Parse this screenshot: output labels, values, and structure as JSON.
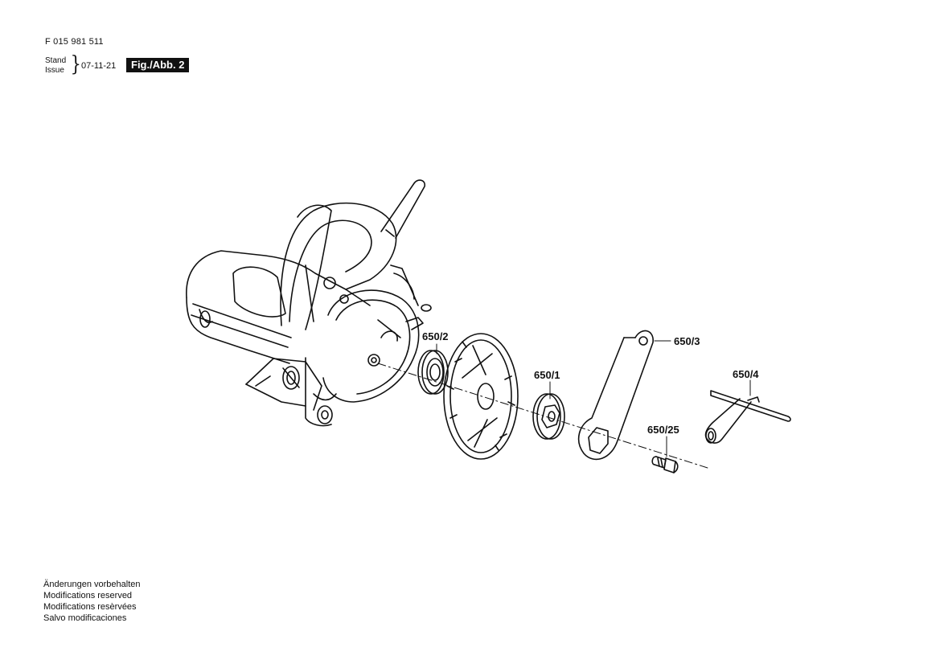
{
  "header": {
    "doc_number": "F 015 981 511",
    "stand_label": "Stand",
    "issue_label": "Issue",
    "date": "07-11-21",
    "fig_label": "Fig./Abb. 2"
  },
  "parts": {
    "p650_2": "650/2",
    "p650_1": "650/1",
    "p650_3": "650/3",
    "p650_4": "650/4",
    "p650_25": "650/25"
  },
  "footer": {
    "notes": [
      "Änderungen vorbehalten",
      "Modifications reserved",
      "Modifications resèrvées",
      "Salvo modificaciones"
    ]
  }
}
